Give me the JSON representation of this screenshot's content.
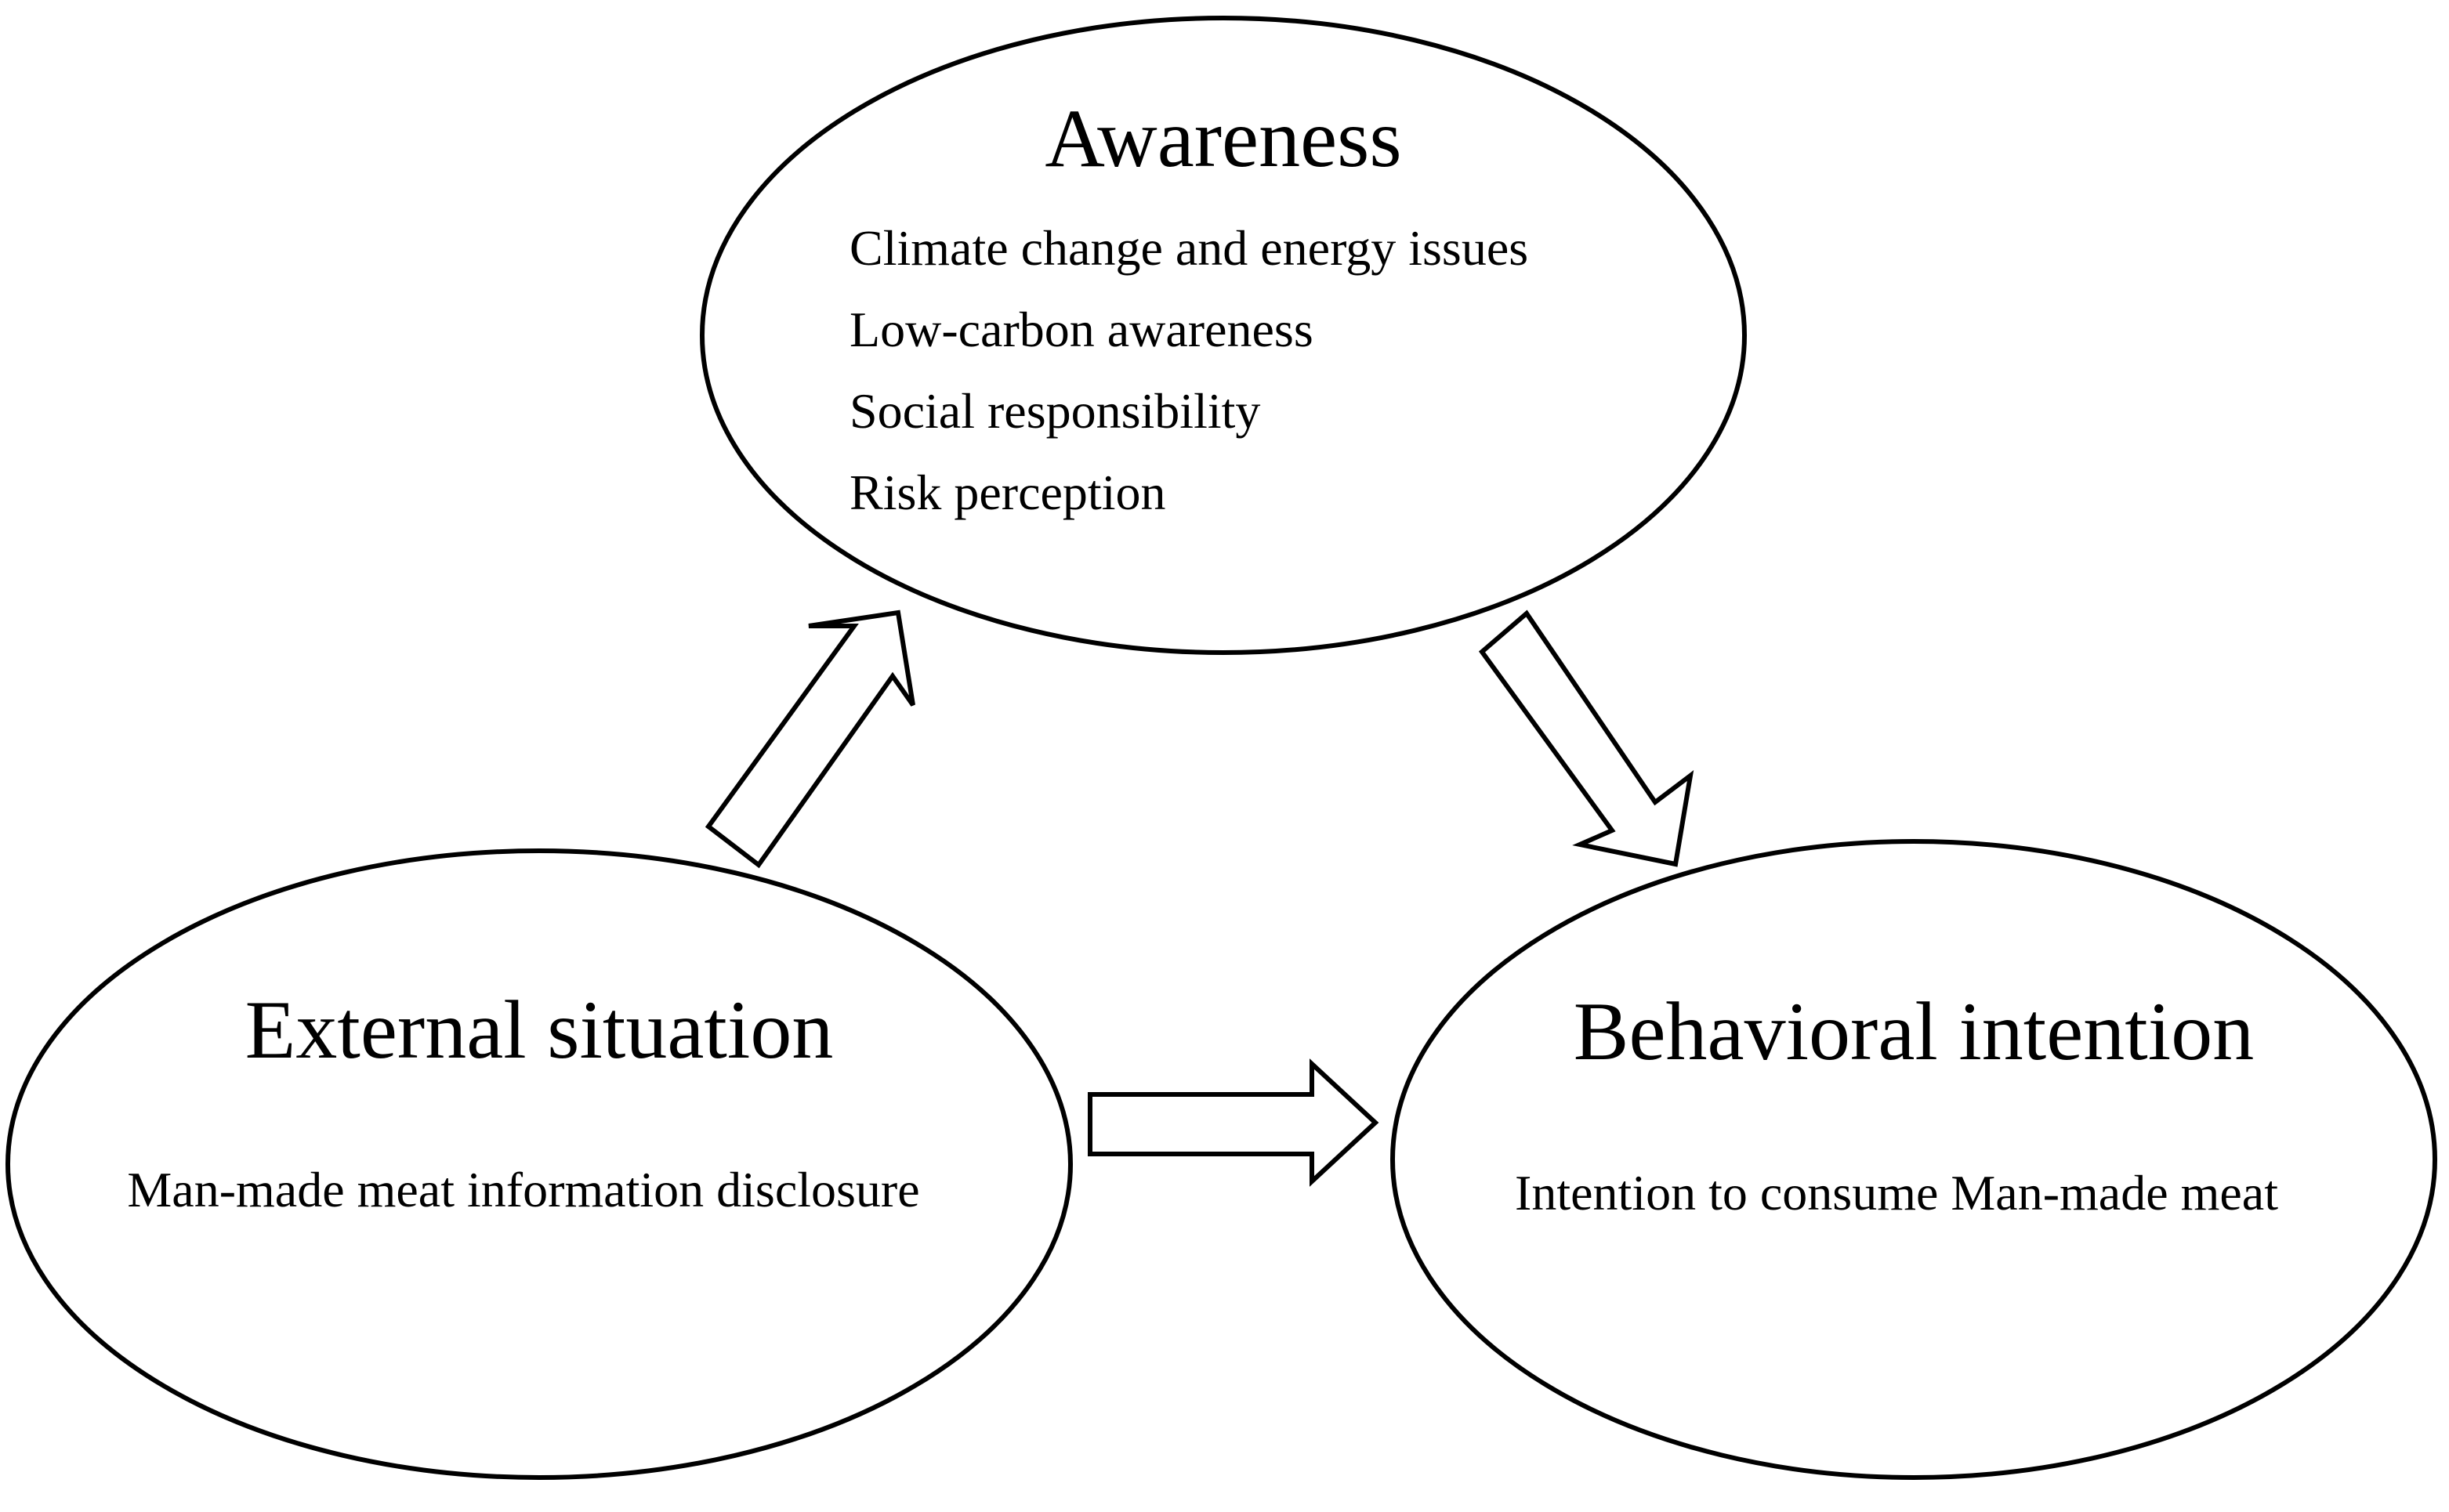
{
  "awareness": {
    "title": "Awareness",
    "items": [
      "Climate change and energy issues",
      "Low-carbon awareness",
      "Social responsibility",
      "Risk perception"
    ]
  },
  "external": {
    "title": "External situation",
    "item": "Man-made meat information disclosure"
  },
  "behavioral": {
    "title": "Behavioral intention",
    "item": "Intention to consume Man-made meat"
  }
}
